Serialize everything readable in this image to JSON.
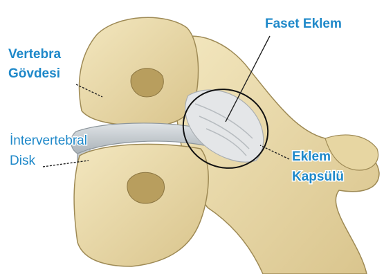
{
  "colors": {
    "label_blue": "#1e88c9",
    "bone": "#ebdcaa",
    "bone_shadow": "#c8b27a",
    "bone_outline": "#9e8a55",
    "disk": "#c9cfd3",
    "capsule": "#e2e4e6",
    "leader": "#222222"
  },
  "labels": {
    "vertebra_body_line1": "Vertebra",
    "vertebra_body_line2": "Gövdesi",
    "disk_line1": "İntervertebral",
    "disk_line2": "Disk",
    "facet_joint": "Faset Eklem",
    "capsule_line1": "Eklem",
    "capsule_line2": "Kapsülü"
  }
}
